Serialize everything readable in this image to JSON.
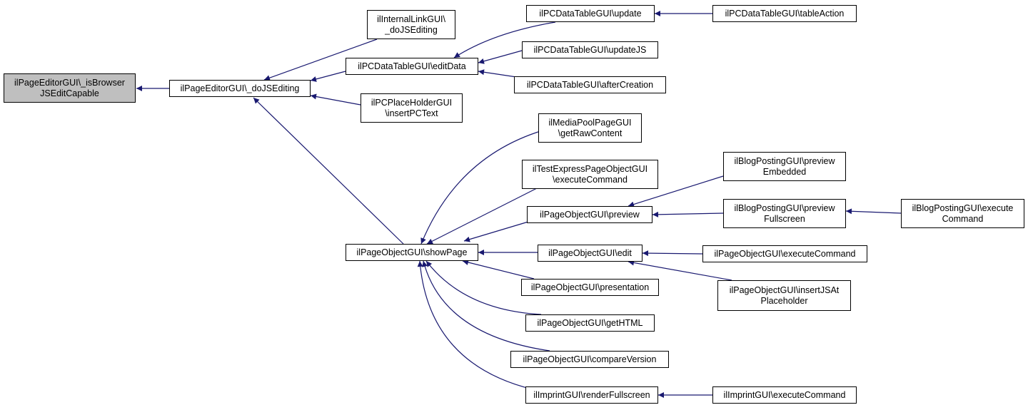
{
  "colors": {
    "edge": "#191970",
    "root_fill": "#bfbfbf",
    "node_fill": "#ffffff",
    "border": "#000000"
  },
  "nodes": {
    "n_isbrowser": {
      "line1": "ilPageEditorGUI\\_isBrowser",
      "line2": "JSEditCapable"
    },
    "n_dojs": {
      "line1": "ilPageEditorGUI\\_doJSEditing"
    },
    "n_internallink": {
      "line1": "ilInternalLinkGUI\\",
      "line2": "_doJSEditing"
    },
    "n_editdata": {
      "line1": "ilPCDataTableGUI\\editData"
    },
    "n_placeholder": {
      "line1": "ilPCPlaceHolderGUI",
      "line2": "\\insertPCText"
    },
    "n_update": {
      "line1": "ilPCDataTableGUI\\update"
    },
    "n_tableaction": {
      "line1": "ilPCDataTableGUI\\tableAction"
    },
    "n_updatejs": {
      "line1": "ilPCDataTableGUI\\updateJS"
    },
    "n_aftercreation": {
      "line1": "ilPCDataTableGUI\\afterCreation"
    },
    "n_showpage": {
      "line1": "ilPageObjectGUI\\showPage"
    },
    "n_mediapool": {
      "line1": "ilMediaPoolPageGUI",
      "line2": "\\getRawContent"
    },
    "n_testexpress": {
      "line1": "ilTestExpressPageObjectGUI",
      "line2": "\\executeCommand"
    },
    "n_preview": {
      "line1": "ilPageObjectGUI\\preview"
    },
    "n_edit": {
      "line1": "ilPageObjectGUI\\edit"
    },
    "n_presentation": {
      "line1": "ilPageObjectGUI\\presentation"
    },
    "n_gethtml": {
      "line1": "ilPageObjectGUI\\getHTML"
    },
    "n_compare": {
      "line1": "ilPageObjectGUI\\compareVersion"
    },
    "n_imprint": {
      "line1": "ilImprintGUI\\renderFullscreen"
    },
    "n_blogembedded": {
      "line1": "ilBlogPostingGUI\\preview",
      "line2": "Embedded"
    },
    "n_blogfull": {
      "line1": "ilBlogPostingGUI\\preview",
      "line2": "Fullscreen"
    },
    "n_blogexec": {
      "line1": "ilBlogPostingGUI\\execute",
      "line2": "Command"
    },
    "n_poexec": {
      "line1": "ilPageObjectGUI\\executeCommand"
    },
    "n_insertjs": {
      "line1": "ilPageObjectGUI\\insertJSAt",
      "line2": "Placeholder"
    },
    "n_imprintexec": {
      "line1": "ilImprintGUI\\executeCommand"
    }
  },
  "edges": [
    {
      "from": "n_dojs",
      "to": "n_isbrowser"
    },
    {
      "from": "n_internallink",
      "to": "n_dojs"
    },
    {
      "from": "n_editdata",
      "to": "n_dojs"
    },
    {
      "from": "n_placeholder",
      "to": "n_dojs"
    },
    {
      "from": "n_showpage",
      "to": "n_dojs"
    },
    {
      "from": "n_update",
      "to": "n_editdata"
    },
    {
      "from": "n_updatejs",
      "to": "n_editdata"
    },
    {
      "from": "n_aftercreation",
      "to": "n_editdata"
    },
    {
      "from": "n_tableaction",
      "to": "n_update"
    },
    {
      "from": "n_mediapool",
      "to": "n_showpage"
    },
    {
      "from": "n_testexpress",
      "to": "n_showpage"
    },
    {
      "from": "n_preview",
      "to": "n_showpage"
    },
    {
      "from": "n_edit",
      "to": "n_showpage"
    },
    {
      "from": "n_presentation",
      "to": "n_showpage"
    },
    {
      "from": "n_gethtml",
      "to": "n_showpage"
    },
    {
      "from": "n_compare",
      "to": "n_showpage"
    },
    {
      "from": "n_imprint",
      "to": "n_showpage"
    },
    {
      "from": "n_blogembedded",
      "to": "n_preview"
    },
    {
      "from": "n_blogfull",
      "to": "n_preview"
    },
    {
      "from": "n_blogexec",
      "to": "n_blogfull"
    },
    {
      "from": "n_poexec",
      "to": "n_edit"
    },
    {
      "from": "n_insertjs",
      "to": "n_edit"
    },
    {
      "from": "n_imprintexec",
      "to": "n_imprint"
    }
  ]
}
